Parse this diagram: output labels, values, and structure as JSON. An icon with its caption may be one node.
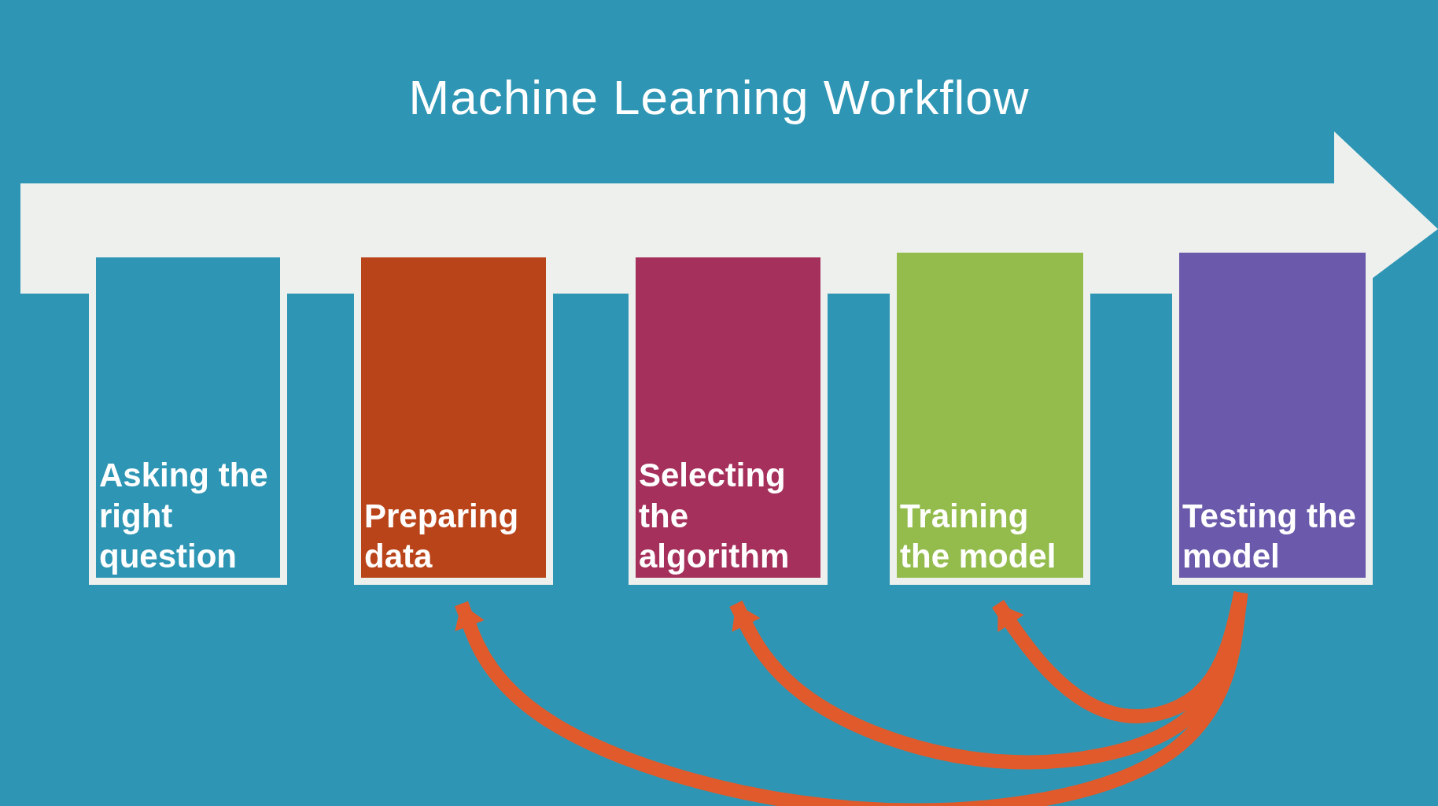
{
  "diagram": {
    "title": "Machine Learning Workflow",
    "nodes": [
      {
        "text": [
          "Asking the right question"
        ]
      },
      {
        "text": [
          "Preparing data"
        ]
      },
      {
        "text": [
          "Selecting the algorithm"
        ]
      },
      {
        "text": [
          "Training the model"
        ]
      },
      {
        "text": [
          "Testing the model"
        ]
      }
    ],
    "edges": [
      {
        "from": 4,
        "to": 1,
        "arrow": "to"
      },
      {
        "from": 4,
        "to": 2,
        "arrow": "to"
      },
      {
        "from": 4,
        "to": 3,
        "arrow": "to"
      }
    ]
  }
}
